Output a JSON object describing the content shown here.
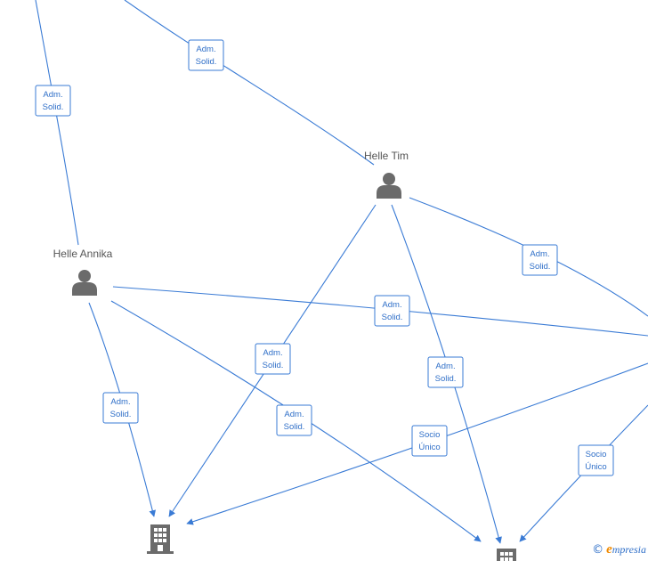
{
  "nodes": {
    "helle_tim": {
      "label": "Helle Tim",
      "type": "person"
    },
    "helle_annika": {
      "label": "Helle Annika",
      "type": "person"
    },
    "company_a": {
      "label": "",
      "type": "company"
    },
    "company_b": {
      "label": "",
      "type": "company"
    }
  },
  "edge_labels": {
    "adm": [
      "Adm.",
      "Solid."
    ],
    "socio": [
      "Socio",
      "Único"
    ]
  },
  "brand": {
    "copyright": "©",
    "initial": "e",
    "rest": "mpresia"
  },
  "colors": {
    "edge": "#3a7bd5",
    "icon": "#6b6b6b",
    "label_text": "#2f6fc8",
    "brand_orange": "#f08a00"
  }
}
